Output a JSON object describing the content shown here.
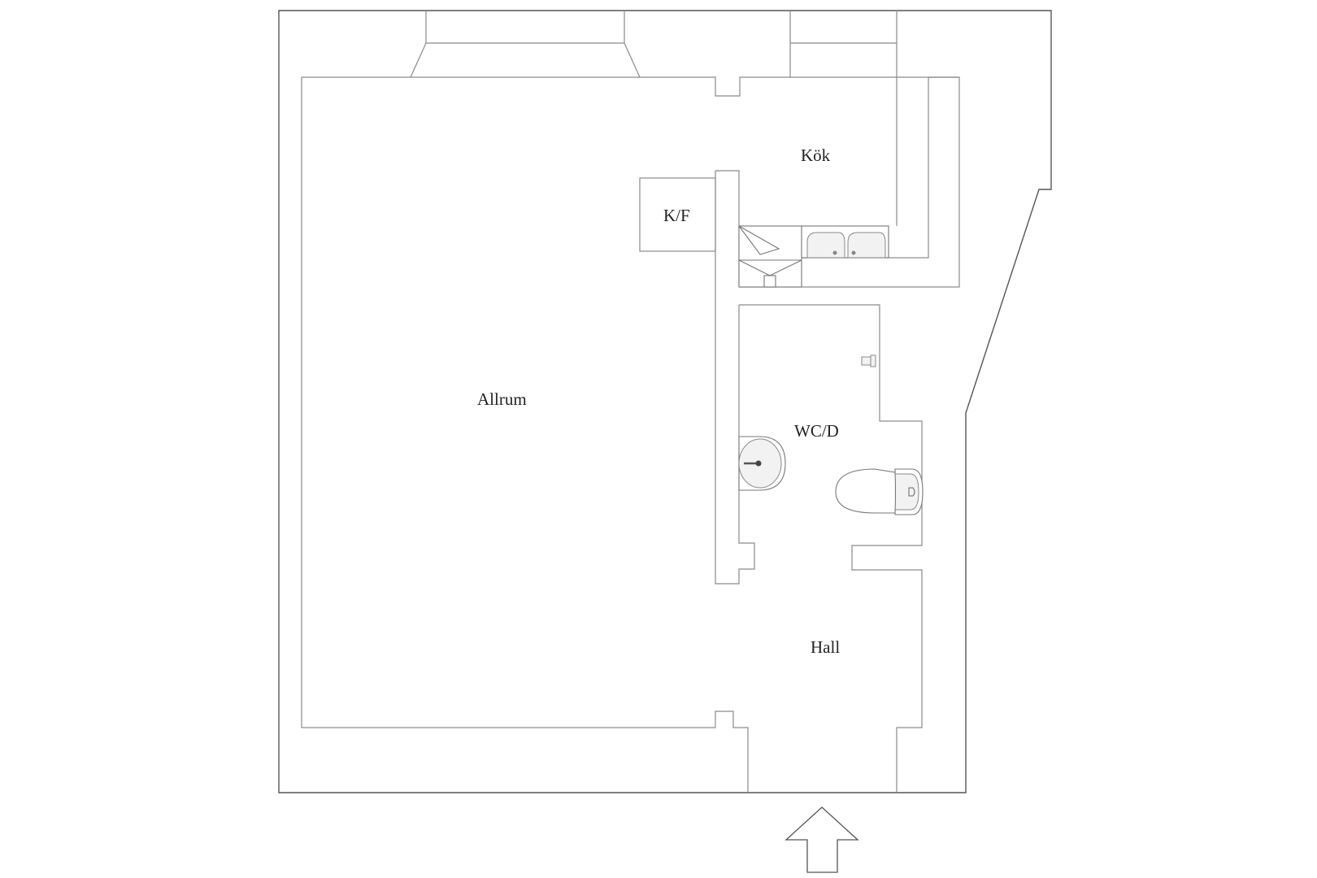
{
  "rooms": {
    "allrum": "Allrum",
    "kok": "Kök",
    "kf": "K/F",
    "wcd": "WC/D",
    "hall": "Hall"
  },
  "icons": [
    "entrance-arrow-icon",
    "sink-icon",
    "toilet-icon",
    "stove-icon",
    "wash-basin-icon"
  ]
}
